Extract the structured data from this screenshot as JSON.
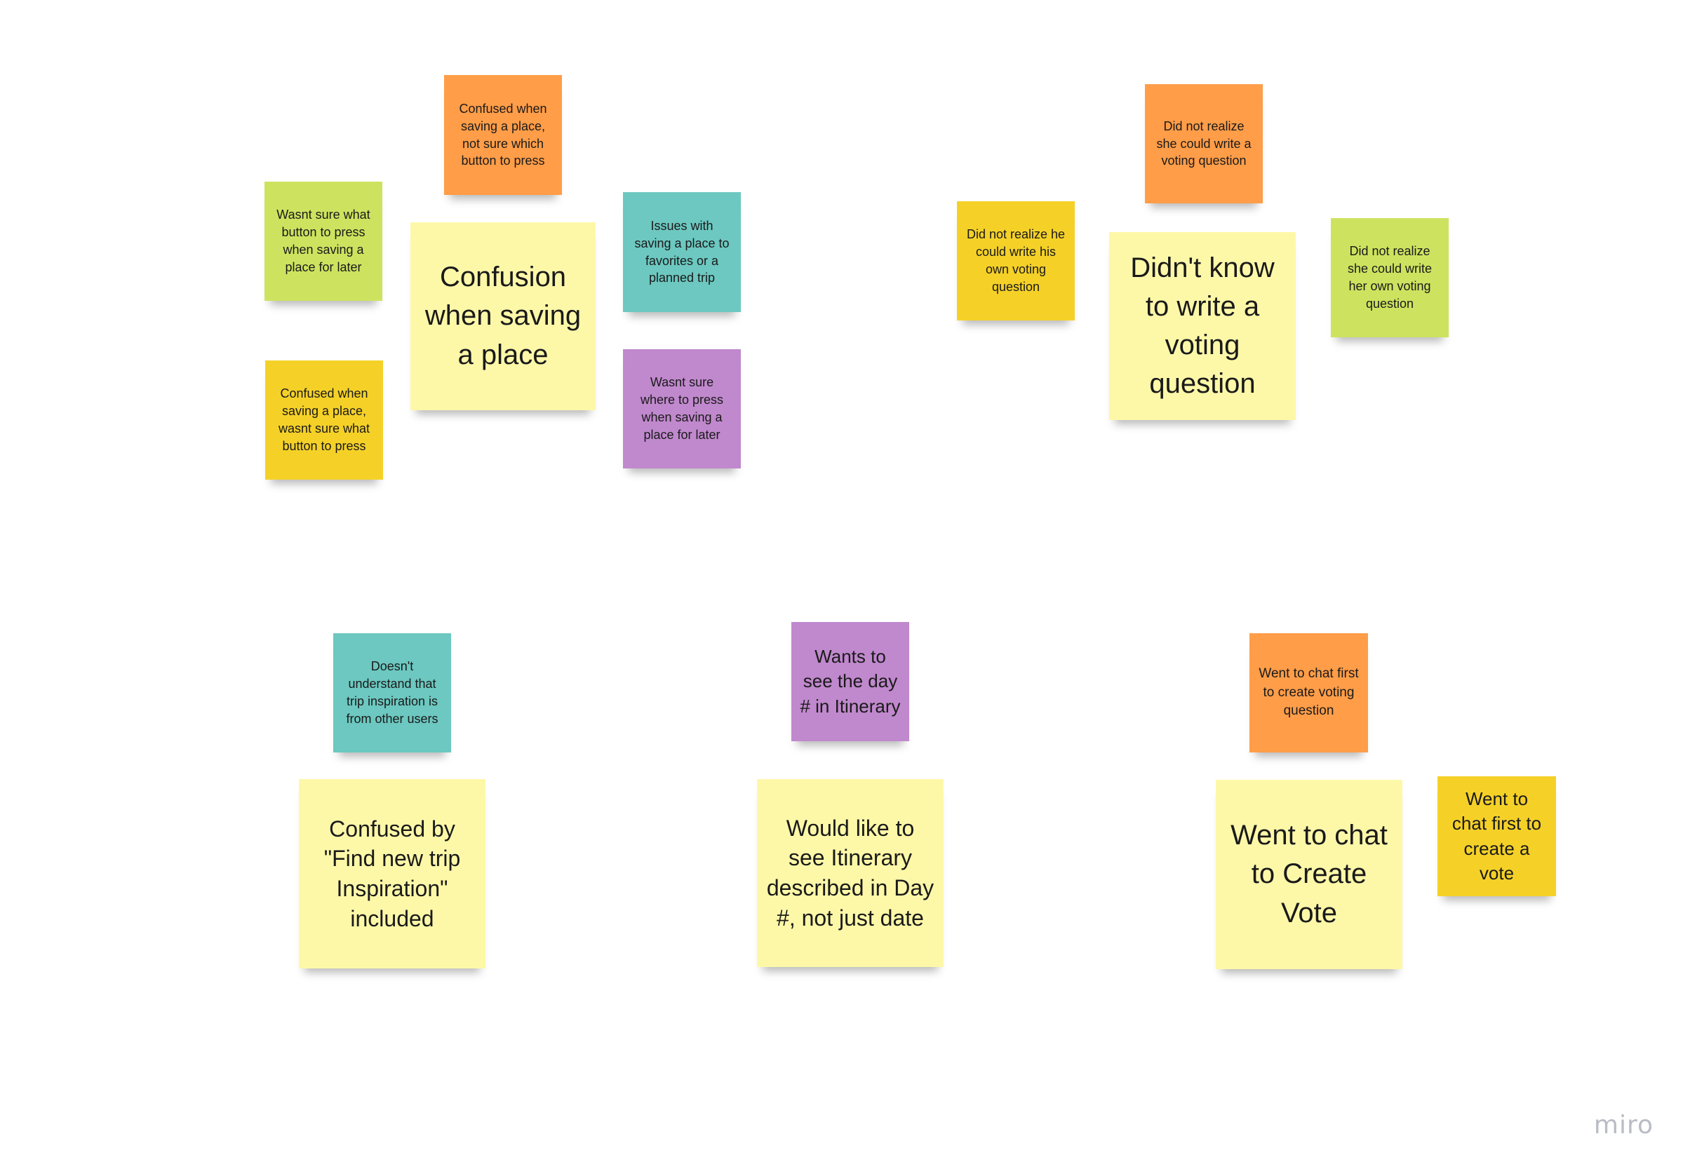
{
  "board": {
    "colors": {
      "light_yellow": "#fdf8a8",
      "orange": "#ff9d48",
      "light_green": "#cde35f",
      "yellow": "#f5d128",
      "teal": "#6cc8c0",
      "violet": "#c088cd"
    },
    "clusters": [
      {
        "header": "Confusion when saving a place",
        "notes": [
          "Confused when saving a place, not sure which button to press",
          "Wasnt sure what button to press when saving a place for later",
          "Issues with saving a place to favorites or a planned trip",
          "Confused when saving a place, wasnt sure what button to press",
          "Wasnt sure where to press when saving a place for later"
        ]
      },
      {
        "header": "Didn't know to write a voting question",
        "notes": [
          "Did not realize she could write a voting question",
          "Did not realize he could write his own voting question",
          "Did not realize she could write her own voting question"
        ]
      },
      {
        "header": "Confused by \"Find new trip Inspiration\" included",
        "notes": [
          "Doesn't understand that trip inspiration is from other users"
        ]
      },
      {
        "header": "Would like to see Itinerary described in Day #, not just date",
        "notes": [
          "Wants to see the day # in Itinerary"
        ]
      },
      {
        "header": "Went to chat to Create Vote",
        "notes": [
          "Went to chat first to create voting question",
          "Went to chat first to create a vote"
        ]
      }
    ]
  },
  "branding": {
    "logo_text": "miro"
  }
}
